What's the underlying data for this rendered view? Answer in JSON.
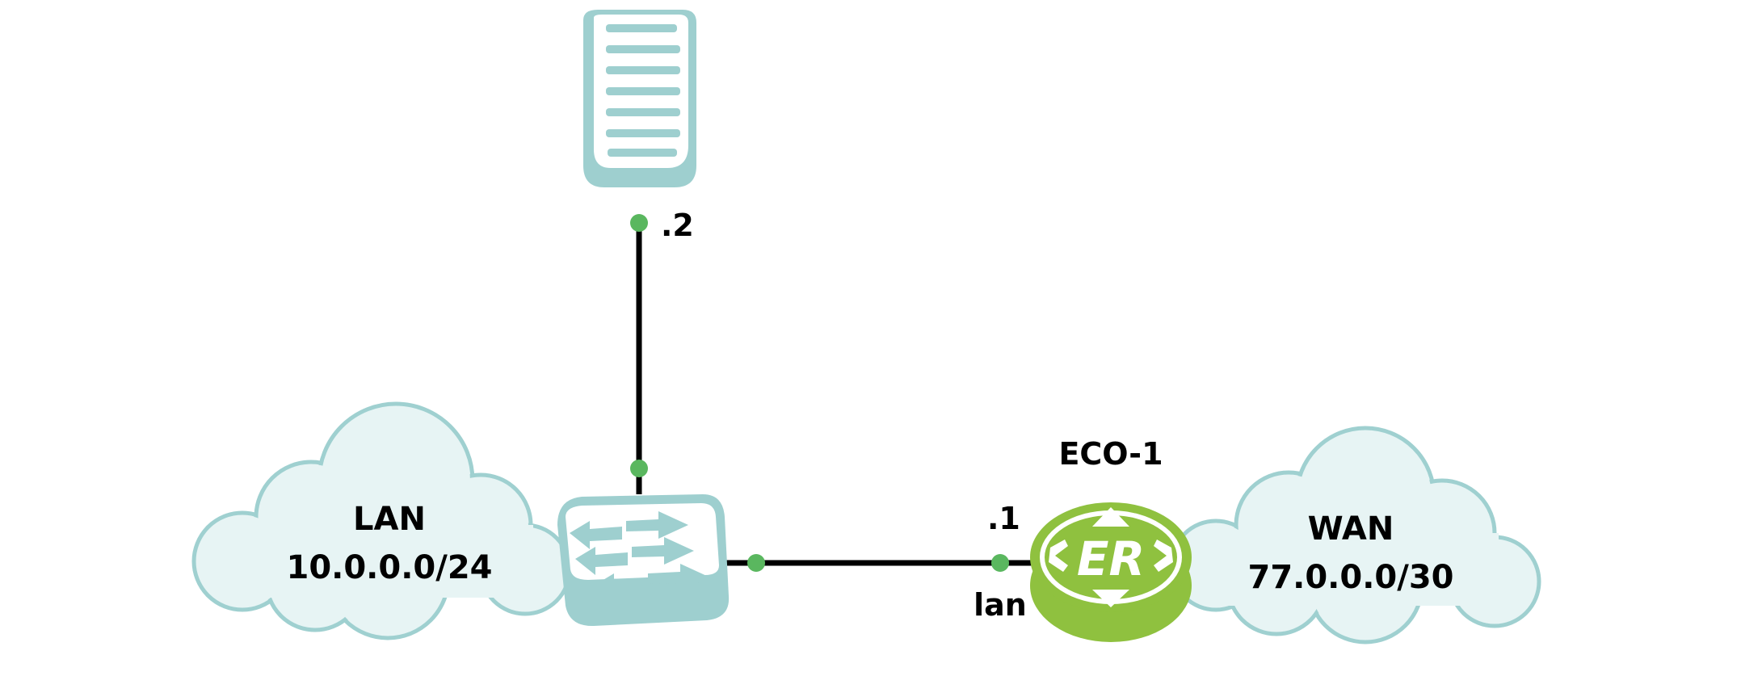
{
  "lan_cloud": {
    "name": "LAN",
    "subnet": "10.0.0.0/24"
  },
  "wan_cloud": {
    "name": "WAN",
    "subnet": "77.0.0.0/30"
  },
  "server": {
    "ip_suffix": ".2"
  },
  "router": {
    "name": "ECO-1",
    "ip_suffix": ".1",
    "interface": "lan",
    "logo_text": "ER"
  },
  "colors": {
    "cloud_fill": "#e7f4f4",
    "cloud_stroke": "#9fd0d0",
    "device_teal": "#9ecfcf",
    "router_green": "#8fc13f",
    "port_dot": "#5ab75f",
    "link": "#000000"
  }
}
